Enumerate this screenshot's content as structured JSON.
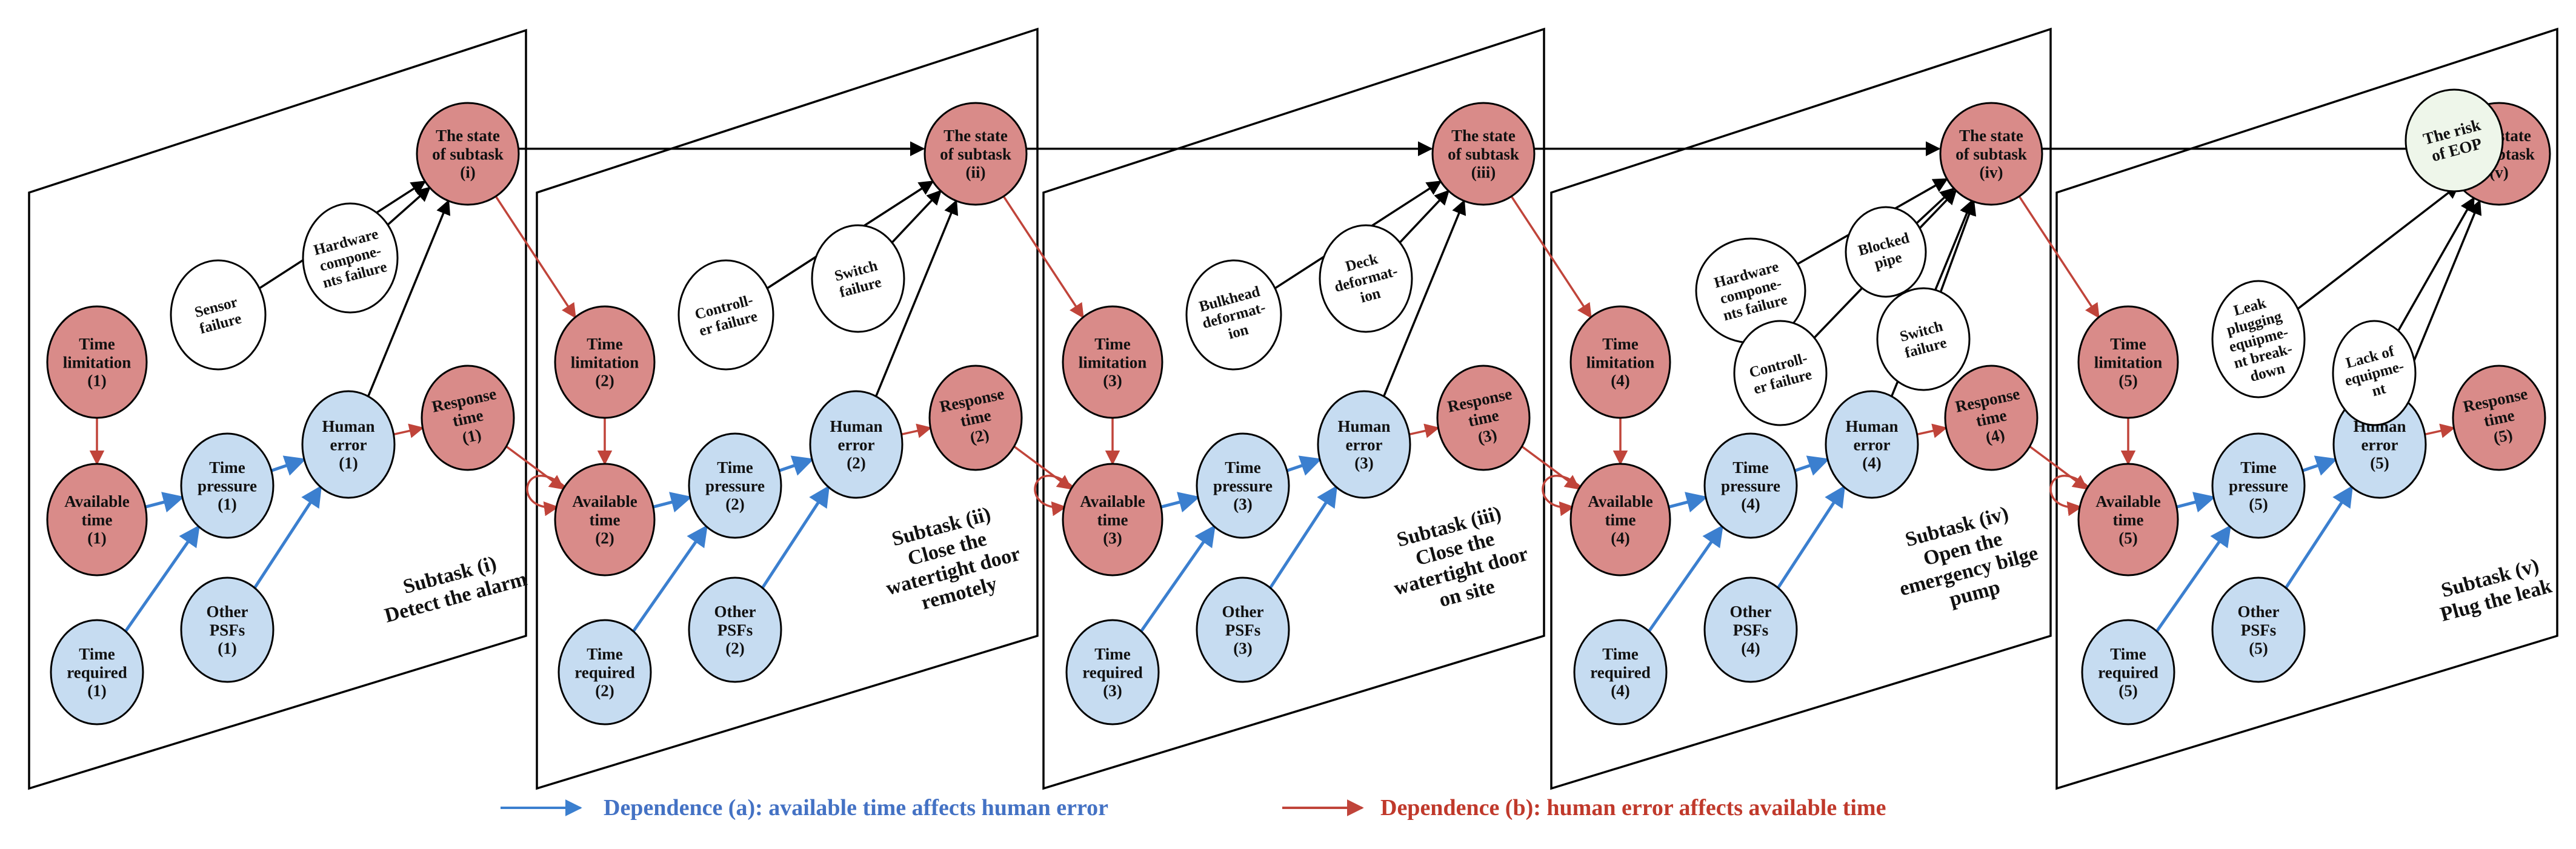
{
  "colors": {
    "red_fill": "#d98b89",
    "blue_fill": "#c6dcf1",
    "white_fill": "#ffffff",
    "eop_fill": "#eef6ea",
    "blue_arrow": "#3b7fcf",
    "red_arrow": "#c0443a",
    "black": "#000000",
    "legend_blue_text": "#4472c4",
    "legend_red_text": "#c0392b"
  },
  "panels": [
    {
      "id": "i",
      "state": [
        "The state",
        "of subtask",
        "(i)"
      ],
      "time_limitation": [
        "Time",
        "limitation",
        "(1)"
      ],
      "available_time": [
        "Available",
        "time",
        "(1)"
      ],
      "time_required": [
        "Time",
        "required",
        "(1)"
      ],
      "time_pressure": [
        "Time",
        "pressure",
        "(1)"
      ],
      "other_psfs": [
        "Other",
        "PSFs",
        "(1)"
      ],
      "human_error": [
        "Human",
        "error",
        "(1)"
      ],
      "response_time": [
        "Response",
        "time",
        "(1)"
      ],
      "factors": [
        {
          "lines": [
            "Sensor",
            "failure"
          ]
        },
        {
          "lines": [
            "Hardware",
            "compone-",
            "nts failure"
          ]
        }
      ],
      "label": [
        "Subtask (i)",
        "Detect the alarm"
      ]
    },
    {
      "id": "ii",
      "state": [
        "The state",
        "of subtask",
        "(ii)"
      ],
      "time_limitation": [
        "Time",
        "limitation",
        "(2)"
      ],
      "available_time": [
        "Available",
        "time",
        "(2)"
      ],
      "time_required": [
        "Time",
        "required",
        "(2)"
      ],
      "time_pressure": [
        "Time",
        "pressure",
        "(2)"
      ],
      "other_psfs": [
        "Other",
        "PSFs",
        "(2)"
      ],
      "human_error": [
        "Human",
        "error",
        "(2)"
      ],
      "response_time": [
        "Response",
        "time",
        "(2)"
      ],
      "factors": [
        {
          "lines": [
            "Controll-",
            "er failure"
          ]
        },
        {
          "lines": [
            "Switch",
            "failure"
          ]
        }
      ],
      "label": [
        "Subtask (ii)",
        "Close the",
        "watertight door",
        "remotely"
      ]
    },
    {
      "id": "iii",
      "state": [
        "The state",
        "of subtask",
        "(iii)"
      ],
      "time_limitation": [
        "Time",
        "limitation",
        "(3)"
      ],
      "available_time": [
        "Available",
        "time",
        "(3)"
      ],
      "time_required": [
        "Time",
        "required",
        "(3)"
      ],
      "time_pressure": [
        "Time",
        "pressure",
        "(3)"
      ],
      "other_psfs": [
        "Other",
        "PSFs",
        "(3)"
      ],
      "human_error": [
        "Human",
        "error",
        "(3)"
      ],
      "response_time": [
        "Response",
        "time",
        "(3)"
      ],
      "factors": [
        {
          "lines": [
            "Bulkhead",
            "deformat-",
            "ion"
          ]
        },
        {
          "lines": [
            "Deck",
            "deformat-",
            "ion"
          ]
        }
      ],
      "label": [
        "Subtask (iii)",
        "Close the",
        "watertight door",
        "on site"
      ]
    },
    {
      "id": "iv",
      "state": [
        "The state",
        "of subtask",
        "(iv)"
      ],
      "time_limitation": [
        "Time",
        "limitation",
        "(4)"
      ],
      "available_time": [
        "Available",
        "time",
        "(4)"
      ],
      "time_required": [
        "Time",
        "required",
        "(4)"
      ],
      "time_pressure": [
        "Time",
        "pressure",
        "(4)"
      ],
      "other_psfs": [
        "Other",
        "PSFs",
        "(4)"
      ],
      "human_error": [
        "Human",
        "error",
        "(4)"
      ],
      "response_time": [
        "Response",
        "time",
        "(4)"
      ],
      "factors": [
        {
          "lines": [
            "Hardware",
            "compone-",
            "nts failure"
          ]
        },
        {
          "lines": [
            "Blocked",
            "pipe"
          ]
        },
        {
          "lines": [
            "Controll-",
            "er failure"
          ]
        },
        {
          "lines": [
            "Switch",
            "failure"
          ]
        }
      ],
      "label": [
        "Subtask (iv)",
        "Open the",
        "emergency bilge",
        "pump"
      ]
    },
    {
      "id": "v",
      "state": [
        "The state",
        "of subtask",
        "(v)"
      ],
      "time_limitation": [
        "Time",
        "limitation",
        "(5)"
      ],
      "available_time": [
        "Available",
        "time",
        "(5)"
      ],
      "time_required": [
        "Time",
        "required",
        "(5)"
      ],
      "time_pressure": [
        "Time",
        "pressure",
        "(5)"
      ],
      "other_psfs": [
        "Other",
        "PSFs",
        "(5)"
      ],
      "human_error": [
        "Human",
        "error",
        "(5)"
      ],
      "response_time": [
        "Response",
        "time",
        "(5)"
      ],
      "factors": [
        {
          "lines": [
            "Leak",
            "plugging",
            "equipme-",
            "nt break-",
            "down"
          ]
        },
        {
          "lines": [
            "Lack of",
            "equipme-",
            "nt"
          ]
        }
      ],
      "label": [
        "Subtask (v)",
        "Plug the leak"
      ]
    }
  ],
  "risk_node": [
    "The risk",
    "of EOP"
  ],
  "legend": {
    "a": "Dependence (a): available time affects human error",
    "b": "Dependence (b): human error affects available time"
  }
}
